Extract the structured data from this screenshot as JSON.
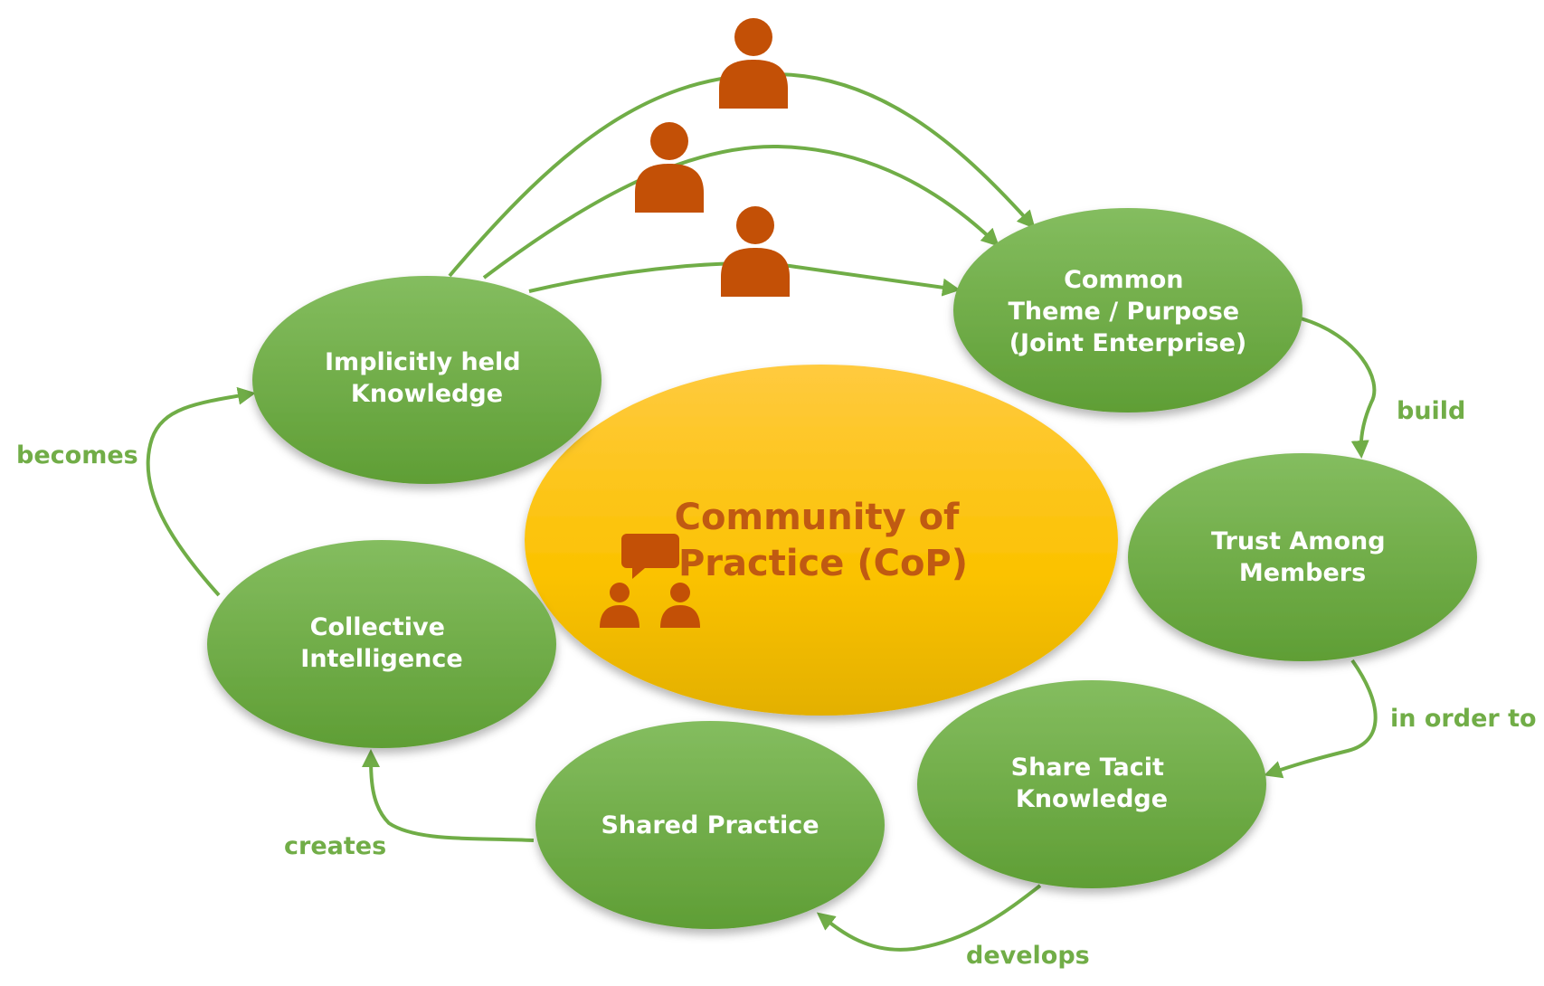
{
  "center": {
    "lines": [
      "Community of",
      "Practice (CoP)"
    ],
    "icon": "community-discussion-icon"
  },
  "nodes": {
    "implicit": {
      "lines": [
        "Implicitly held",
        "Knowledge"
      ]
    },
    "theme": {
      "lines": [
        "Common",
        "Theme / Purpose",
        "(Joint Enterprise)"
      ]
    },
    "trust": {
      "lines": [
        "Trust Among",
        "Members"
      ]
    },
    "share": {
      "lines": [
        "Share Tacit",
        "Knowledge"
      ]
    },
    "shared_practice": {
      "lines": [
        "Shared Practice"
      ]
    },
    "collective": {
      "lines": [
        "Collective",
        "Intelligence"
      ]
    }
  },
  "edges": {
    "build": "build",
    "in_order_to": "in order to",
    "develops": "develops",
    "creates": "creates",
    "becomes": "becomes"
  },
  "icons": {
    "people": [
      "person-icon",
      "person-icon",
      "person-icon"
    ]
  },
  "colors": {
    "node_green_top": "#84bd5f",
    "node_green_bottom": "#5f9e35",
    "center_top": "#ffc93a",
    "center_bottom": "#e9b700",
    "center_text": "#c05a12",
    "connector": "#70ad47",
    "label_green": "#71ad47",
    "person": "#c35006"
  }
}
